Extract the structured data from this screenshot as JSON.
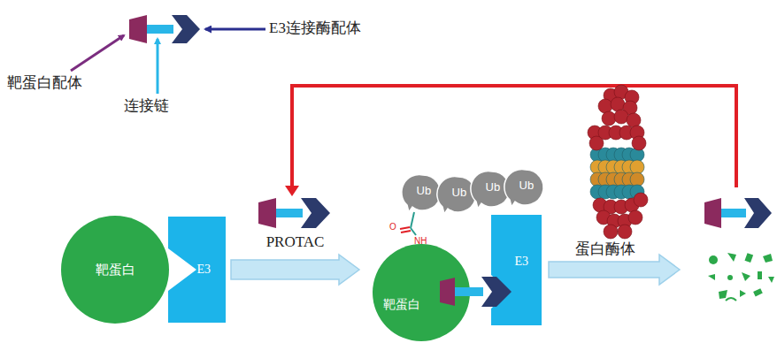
{
  "diagram": {
    "nodes": [
      {
        "text": [
          "靶蛋白"
        ]
      },
      {
        "text": [
          "E3"
        ]
      },
      {
        "text": [
          "Ub"
        ]
      },
      {
        "text": [
          "Ub"
        ]
      },
      {
        "text": [
          "Ub"
        ]
      },
      {
        "text": [
          "Ub"
        ]
      },
      {
        "text": [
          "靶蛋白"
        ]
      },
      {
        "text": [
          "E3"
        ]
      }
    ],
    "edges": [
      {
        "from": 1,
        "to": 6,
        "arrow": "to",
        "label": "PROTAC"
      }
    ],
    "labels": [
      "靶蛋白配体",
      "连接链",
      "E3连接酶配体",
      "O",
      "NH",
      "蛋白酶体"
    ]
  }
}
